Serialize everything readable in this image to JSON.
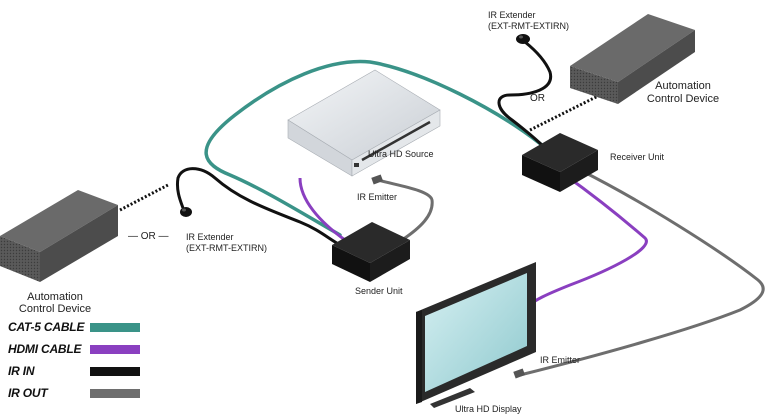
{
  "labels": {
    "ir_extender_top": "IR Extender",
    "ir_extender_top_model": "(EXT-RMT-EXTIRN)",
    "or_top": "OR",
    "automation_right_1": "Automation",
    "automation_right_2": "Control Device",
    "ultra_hd_source": "Ultra HD Source",
    "receiver_unit": "Receiver Unit",
    "ir_emitter_top": "IR Emitter",
    "or_left": "OR",
    "ir_extender_left": "IR Extender",
    "ir_extender_left_model": "(EXT-RMT-EXTIRN)",
    "automation_left_1": "Automation",
    "automation_left_2": "Control Device",
    "sender_unit": "Sender Unit",
    "ir_emitter_bottom": "IR Emitter",
    "ultra_hd_display": "Ultra HD Display"
  },
  "legend": [
    {
      "label": "CAT-5 CABLE",
      "color": "#3a9388"
    },
    {
      "label": "HDMI CABLE",
      "color": "#8a3fc0"
    },
    {
      "label": "IR IN",
      "color": "#111111"
    },
    {
      "label": "IR OUT",
      "color": "#6e6e6e"
    }
  ],
  "colors": {
    "cat5": "#3a9388",
    "hdmi": "#8a3fc0",
    "ir_in": "#111111",
    "ir_out": "#6e6e6e"
  }
}
